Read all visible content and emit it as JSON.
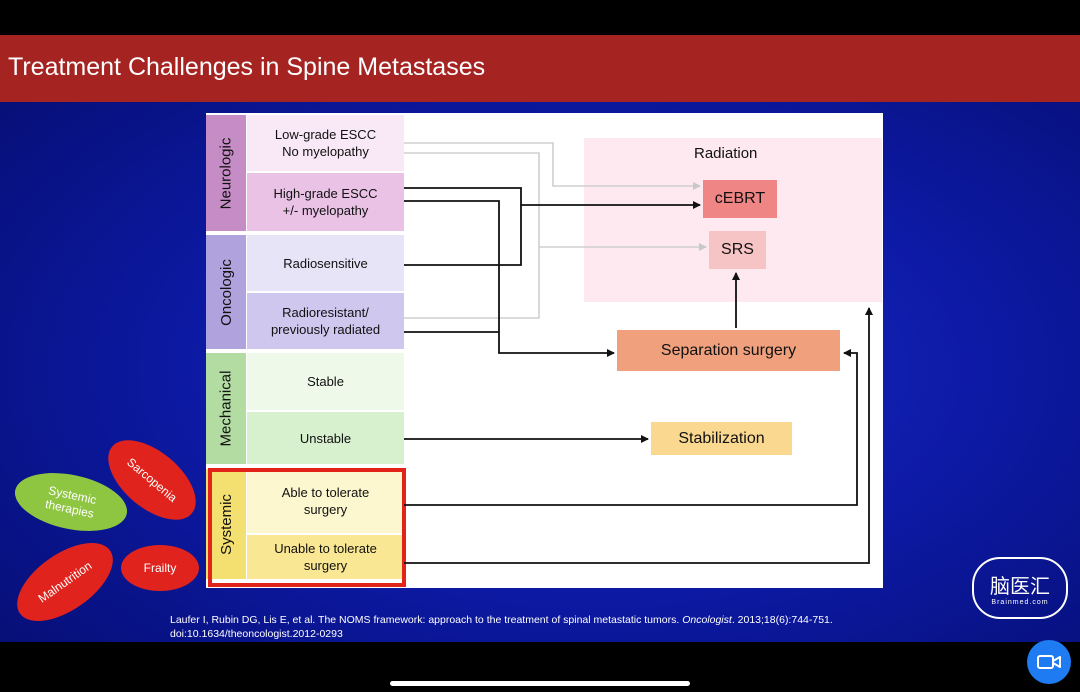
{
  "title": "Treatment Challenges in Spine Metastases",
  "categories": [
    {
      "label": "Neurologic",
      "color": "#c68cc6"
    },
    {
      "label": "Oncologic",
      "color": "#b0a2dc"
    },
    {
      "label": "Mechanical",
      "color": "#b2dca2"
    },
    {
      "label": "Systemic",
      "color": "#f4e070"
    }
  ],
  "cells": [
    {
      "text": "Low-grade ESCC\nNo myelopathy",
      "color": "#f9e9f7"
    },
    {
      "text": "High-grade ESCC\n+/- myelopathy",
      "color": "#e9c2e6"
    },
    {
      "text": "Radiosensitive",
      "color": "#e8e4f8"
    },
    {
      "text": "Radioresistant/\npreviously radiated",
      "color": "#cfc7ee"
    },
    {
      "text": "Stable",
      "color": "#eef9ea"
    },
    {
      "text": "Unstable",
      "color": "#d7f0cd"
    },
    {
      "text": "Able to tolerate\nsurgery",
      "color": "#fdf7d0"
    },
    {
      "text": "Unable to tolerate\nsurgery",
      "color": "#fae793"
    }
  ],
  "outcomes": {
    "radiation": "Radiation",
    "cebrt": "cEBRT",
    "srs": "SRS",
    "separation": "Separation surgery",
    "stabilization": "Stabilization"
  },
  "colors": {
    "cebrt": "#f08585",
    "srs": "#f7c4c6",
    "separation": "#f0a07c",
    "stabilization": "#fbd890",
    "radiation_area": "#fde9ef",
    "highlight_frame": "#e2231a"
  },
  "factors": [
    {
      "text": "Systemic\ntherapies",
      "color": "#8ec641"
    },
    {
      "text": "Sarcopenia",
      "color": "#e1231d"
    },
    {
      "text": "Malnutrition",
      "color": "#e1231d"
    },
    {
      "text": "Frailty",
      "color": "#e1231d"
    }
  ],
  "citation": {
    "authors": "Laufer I, Rubin DG, Lis E, et al. The NOMS framework: approach to the treatment of spinal metastatic tumors. ",
    "journal": "Oncologist",
    "details": ". 2013;18(6):744-751.",
    "doi": "doi:10.1634/theoncologist.2012-0293"
  },
  "watermark": {
    "text": "脑医汇",
    "subtext": "Brainmed.com"
  },
  "icons": {
    "camera": "video-camera-icon"
  }
}
